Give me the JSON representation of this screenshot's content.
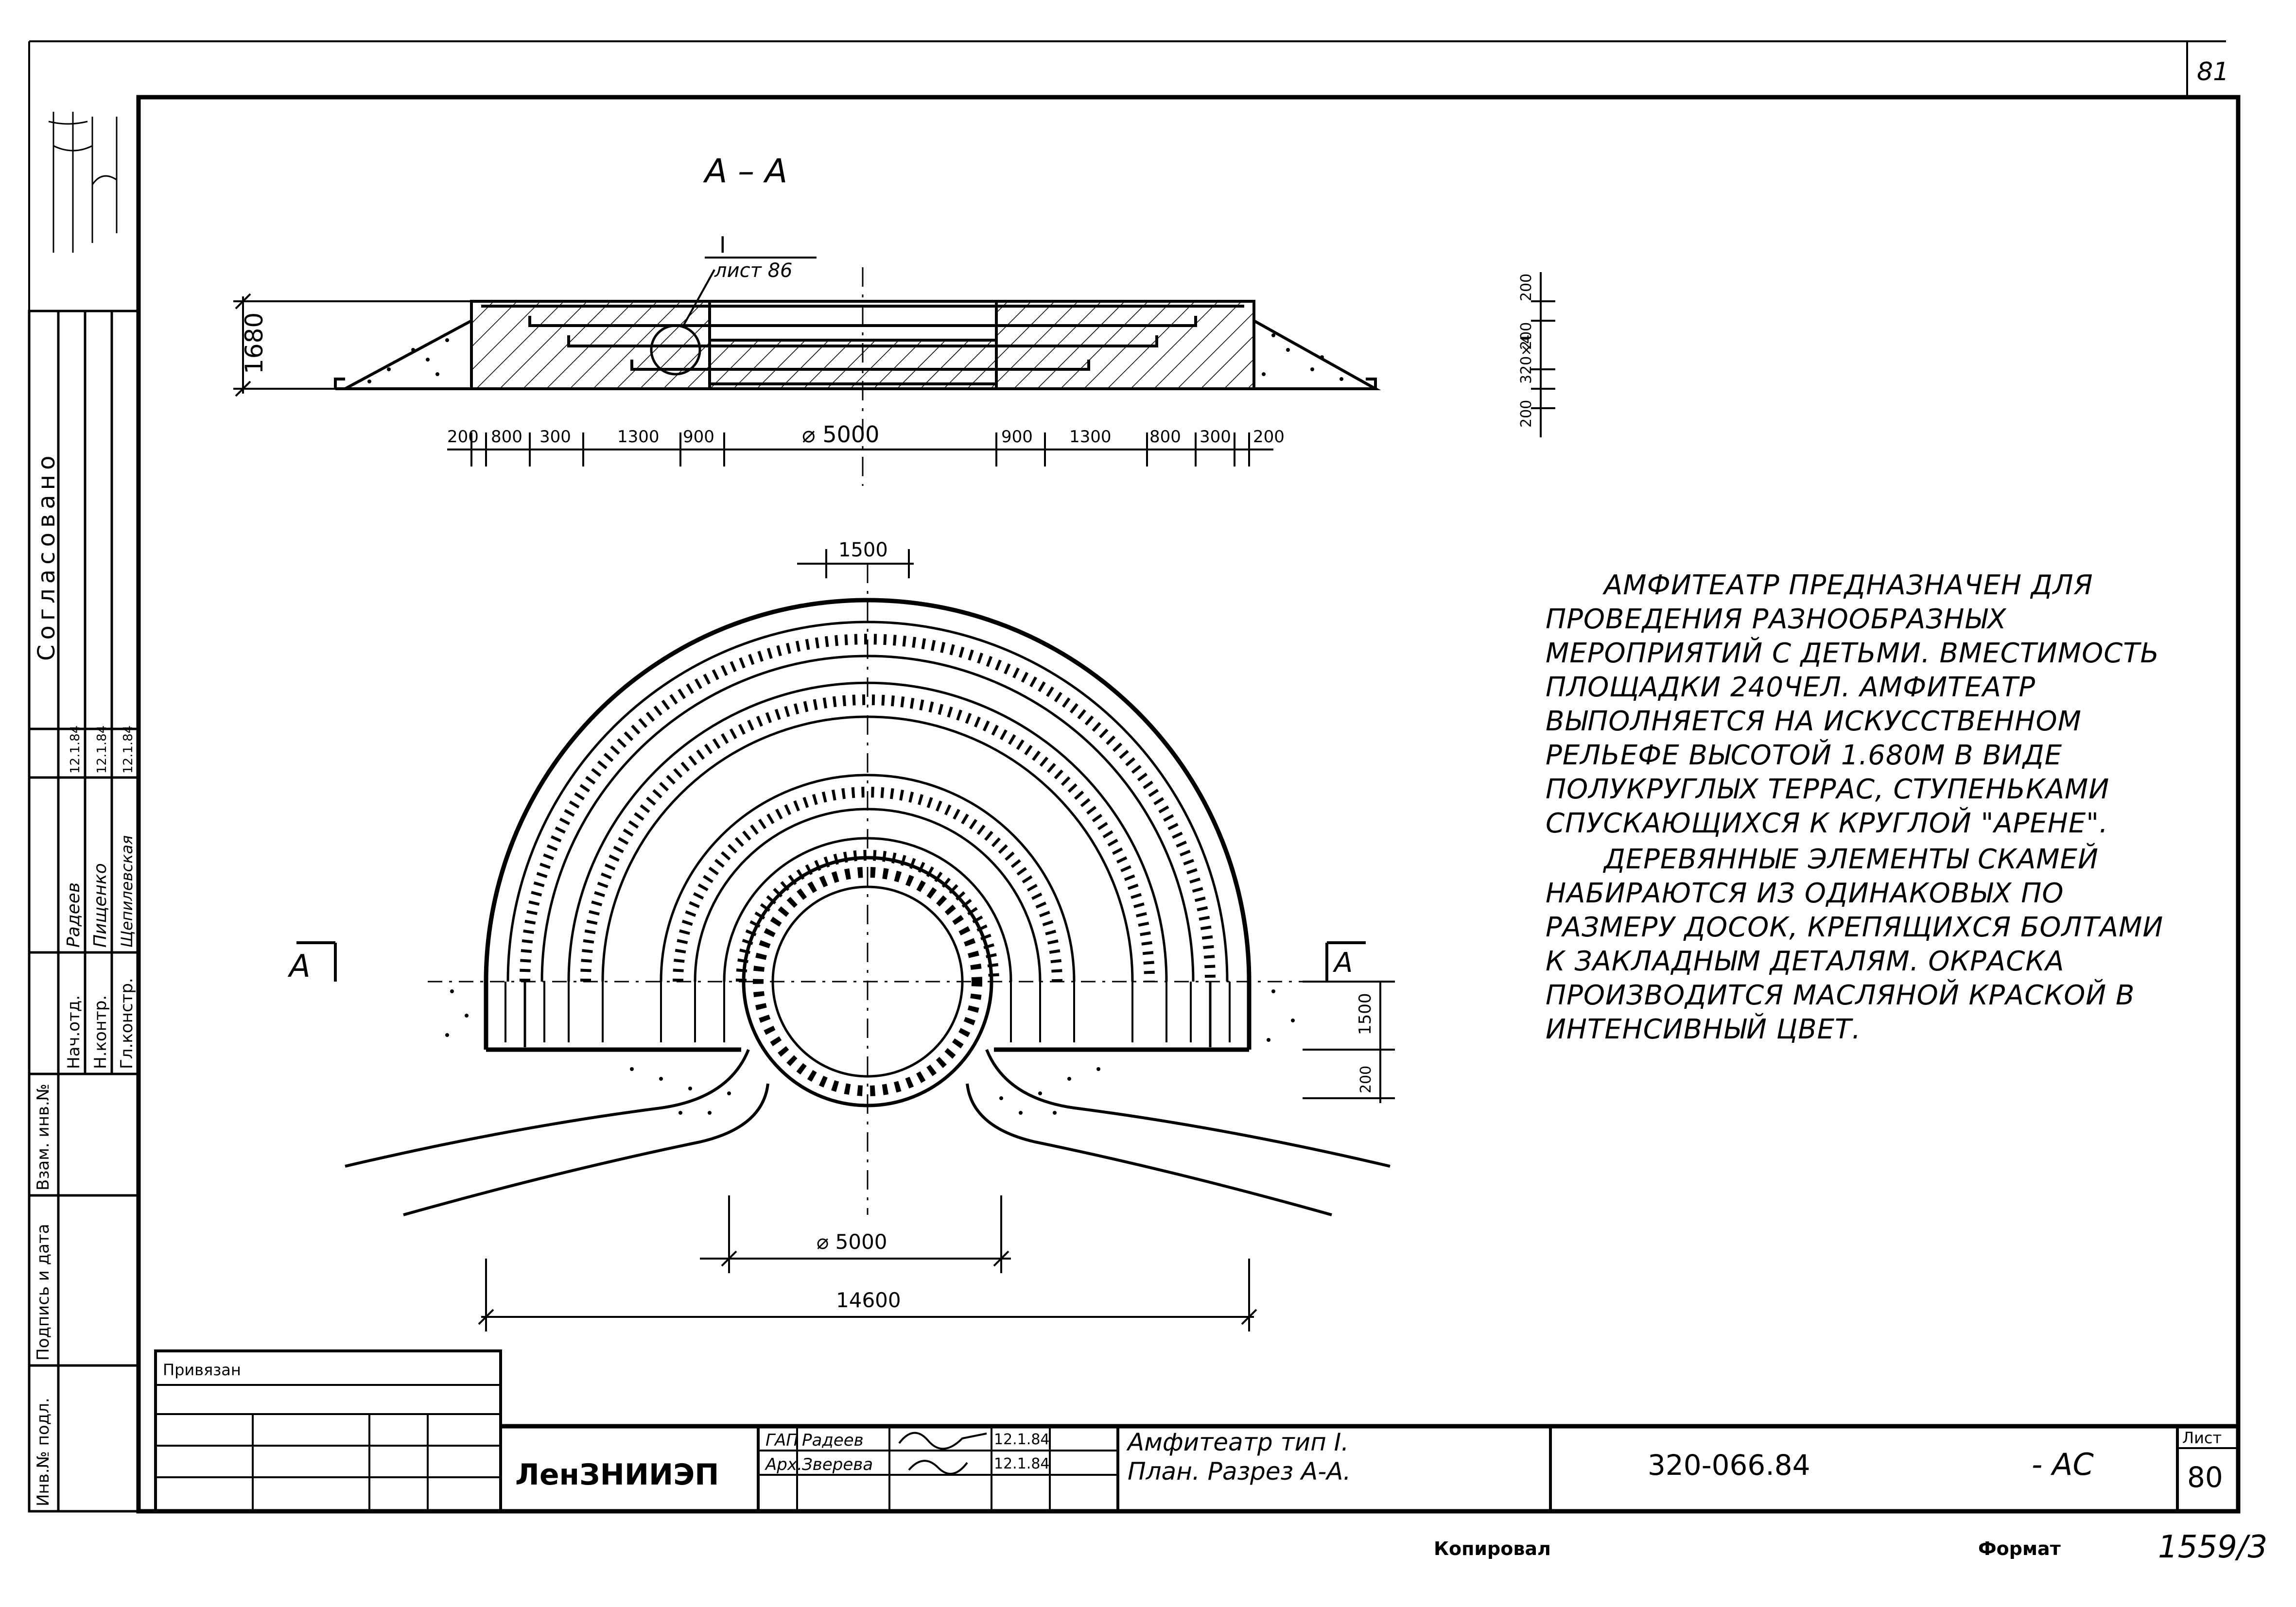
{
  "sheet": {
    "corner_number": "81",
    "format_label": "Формат",
    "format_value": "1559/3",
    "copied_label": "Копировал"
  },
  "section": {
    "title": "А – А",
    "callout_mark": "I",
    "callout_ref": "лист 86",
    "height": "1680",
    "right_dims": [
      "200",
      "320×4",
      "200",
      "200"
    ],
    "bottom_dims": [
      "200",
      "800",
      "300",
      "1300",
      "900",
      "⌀ 5000",
      "900",
      "1300",
      "800",
      "300",
      "200"
    ]
  },
  "plan": {
    "top_dim": "1500",
    "cut_mark": "А",
    "right_dims": [
      "1500",
      "200"
    ],
    "arena_dim": "⌀ 5000",
    "overall_dim": "14600"
  },
  "note": {
    "paragraphs": [
      "Амфитеатр предназначен для проведения разнообразных мероприятий с детьми. Вместимость площадки 240чел. Амфитеатр выполняется на искусственном рельефе высотой 1.680м в виде полукруглых террас, ступеньками спускающихся к круглой \"арене\".",
      "Деревянные элементы скамей набираются из одинаковых по размеру досок, крепящихся болтами к закладным деталям. Окраска производится масляной краской в интенсивный цвет."
    ]
  },
  "approval": {
    "label": "Согласовано",
    "roles": [
      "Нач.отд.",
      "Н.контр.",
      "Гл.констр."
    ],
    "names": [
      "Радеев",
      "Пищенко",
      "Щепилевская"
    ],
    "dates": [
      "12.1.84",
      "12.1.84",
      "12.1.84"
    ],
    "side_labels": [
      "Инв.№ подл.",
      "Подпись и дата",
      "Взам. инв.№"
    ]
  },
  "title_block": {
    "bound_label": "Привязан",
    "org": "ЛенЗНИИЭП",
    "roles": [
      "ГАП",
      "Арх."
    ],
    "names": [
      "Радеев",
      "Зверева"
    ],
    "dates": [
      "12.1.84",
      "12.1.84"
    ],
    "title_line1": "Амфитеатр тип I.",
    "title_line2": "План. Разрез А-А.",
    "code": "320-066.84",
    "mark": "- АС",
    "sheet_label": "Лист",
    "sheet_number": "80"
  }
}
